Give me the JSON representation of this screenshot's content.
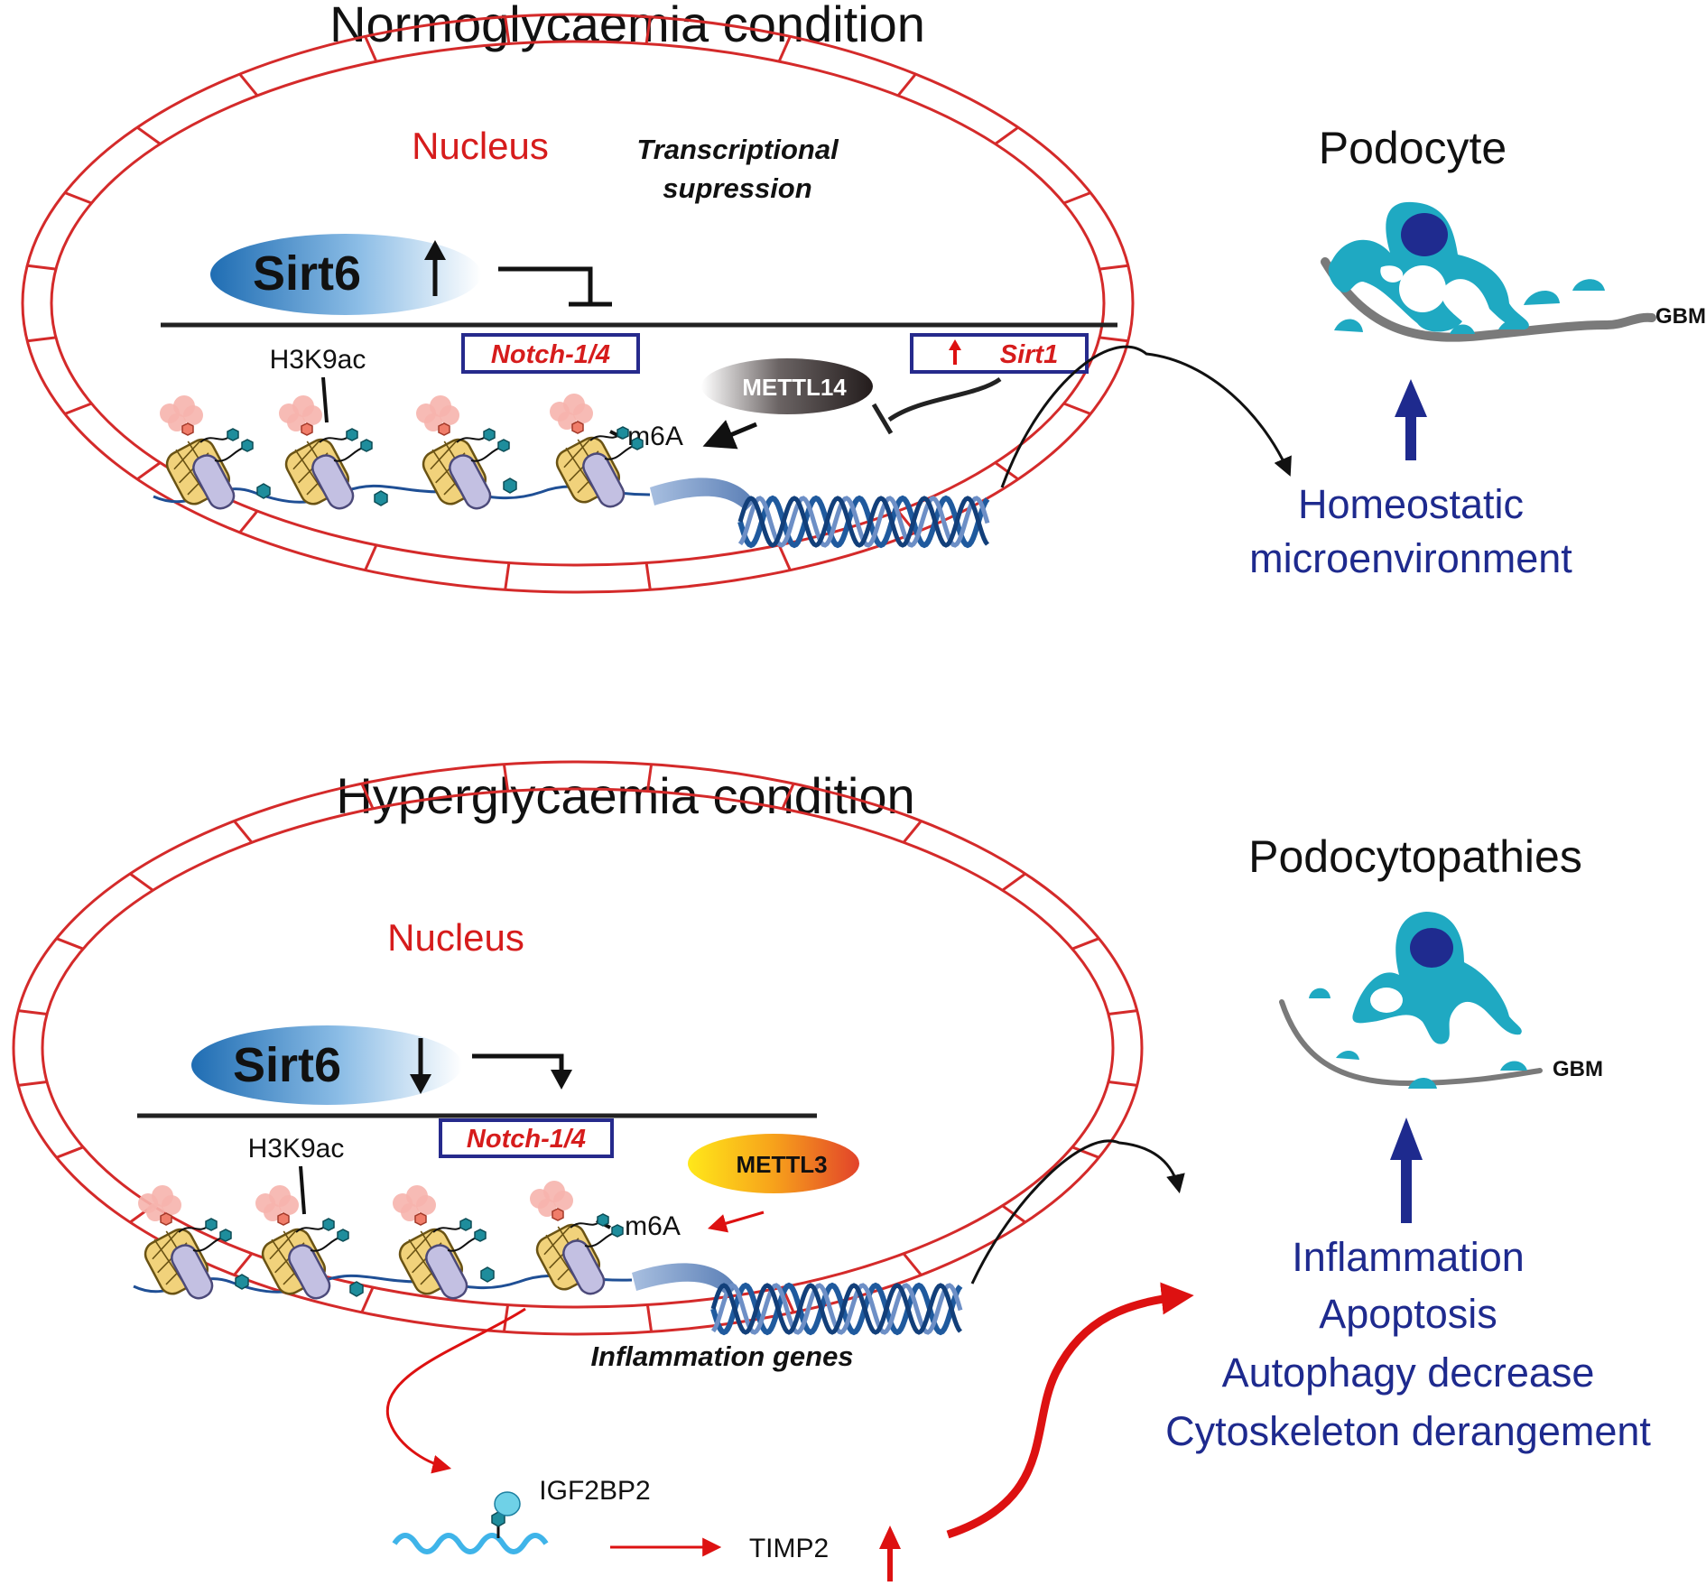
{
  "colors": {
    "nucleus_envelope": "#d42a2a",
    "activation_red": "#dd1111",
    "outcome_blue": "#1e2a8e",
    "gene_box_border": "#262a8c",
    "podocyte_cyan": "#1fa9c2",
    "podocyte_nucleus": "#1f2b8f",
    "gbm_gray": "#7a7a7a",
    "dna_blue": "#1f5a9e"
  },
  "top": {
    "title": "Normoglycaemia condition",
    "nucleus_label": "Nucleus",
    "transcription_note_line1": "Transcriptional",
    "transcription_note_line2": "supression",
    "sirt6": "Sirt6",
    "sirt6_direction": "up",
    "genes": [
      "Notch-1/4",
      "Sirt1"
    ],
    "histone_mark": "H3K9ac",
    "enzyme": "METTL14",
    "rna_mark": "m6A",
    "cell_label": "Podocyte",
    "membrane_label": "GBM",
    "outcome_lines": [
      "Homeostatic",
      "microenvironment"
    ]
  },
  "bottom": {
    "title": "Hyperglycaemia condition",
    "nucleus_label": "Nucleus",
    "sirt6": "Sirt6",
    "sirt6_direction": "down",
    "genes": [
      "Notch-1/4"
    ],
    "histone_mark": "H3K9ac",
    "enzyme": "METTL3",
    "rna_mark": "m6A",
    "gene_group": "Inflammation genes",
    "reader": "IGF2BP2",
    "target": "TIMP2",
    "cell_label": "Podocytopathies",
    "membrane_label": "GBM",
    "outcome_lines": [
      "Inflammation",
      "Apoptosis",
      "Autophagy decrease",
      "Cytoskeleton derangement"
    ]
  }
}
